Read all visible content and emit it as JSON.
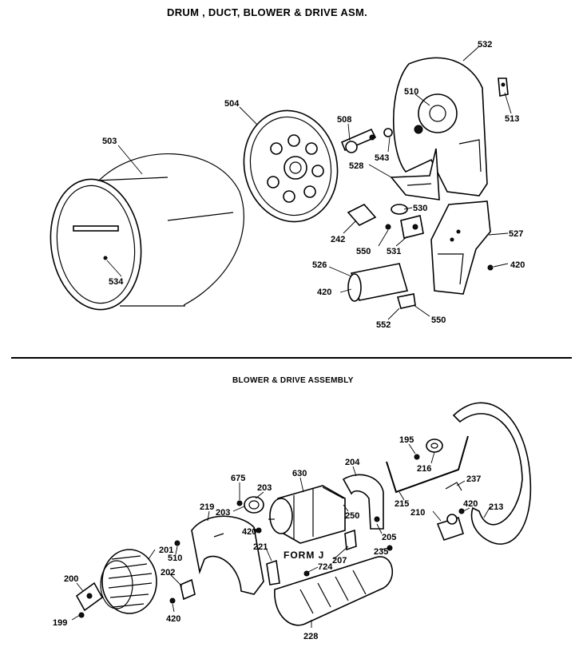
{
  "titles": {
    "top": "DRUM , DUCT, BLOWER & DRIVE ASM.",
    "bottom": "BLOWER & DRIVE ASSEMBLY",
    "form": "FORM J"
  },
  "callouts": {
    "top": [
      {
        "id": "c503",
        "text": "503"
      },
      {
        "id": "c504",
        "text": "504"
      },
      {
        "id": "c508",
        "text": "508"
      },
      {
        "id": "c510",
        "text": "510"
      },
      {
        "id": "c532",
        "text": "532"
      },
      {
        "id": "c513",
        "text": "513"
      },
      {
        "id": "c543",
        "text": "543"
      },
      {
        "id": "c528",
        "text": "528"
      },
      {
        "id": "c530",
        "text": "530"
      },
      {
        "id": "c242",
        "text": "242"
      },
      {
        "id": "c550a",
        "text": "550"
      },
      {
        "id": "c531",
        "text": "531"
      },
      {
        "id": "c527",
        "text": "527"
      },
      {
        "id": "c420a",
        "text": "420"
      },
      {
        "id": "c534",
        "text": "534"
      },
      {
        "id": "c526",
        "text": "526"
      },
      {
        "id": "c420b",
        "text": "420"
      },
      {
        "id": "c552",
        "text": "552"
      },
      {
        "id": "c550b",
        "text": "550"
      }
    ],
    "bottom": [
      {
        "id": "c195",
        "text": "195"
      },
      {
        "id": "c216",
        "text": "216"
      },
      {
        "id": "c204",
        "text": "204"
      },
      {
        "id": "c675",
        "text": "675"
      },
      {
        "id": "c630",
        "text": "630"
      },
      {
        "id": "c203a",
        "text": "203"
      },
      {
        "id": "c219",
        "text": "219"
      },
      {
        "id": "c203b",
        "text": "203"
      },
      {
        "id": "c250",
        "text": "250"
      },
      {
        "id": "c420c",
        "text": "420"
      },
      {
        "id": "c237",
        "text": "237"
      },
      {
        "id": "c215",
        "text": "215"
      },
      {
        "id": "c210",
        "text": "210"
      },
      {
        "id": "c420d",
        "text": "420"
      },
      {
        "id": "c213",
        "text": "213"
      },
      {
        "id": "c205",
        "text": "205"
      },
      {
        "id": "c201",
        "text": "201"
      },
      {
        "id": "c510b",
        "text": "510"
      },
      {
        "id": "c221",
        "text": "221"
      },
      {
        "id": "c207",
        "text": "207"
      },
      {
        "id": "c235",
        "text": "235"
      },
      {
        "id": "c724",
        "text": "724"
      },
      {
        "id": "c200",
        "text": "200"
      },
      {
        "id": "c202",
        "text": "202"
      },
      {
        "id": "c420e",
        "text": "420"
      },
      {
        "id": "c199",
        "text": "199"
      },
      {
        "id": "c228",
        "text": "228"
      }
    ]
  }
}
